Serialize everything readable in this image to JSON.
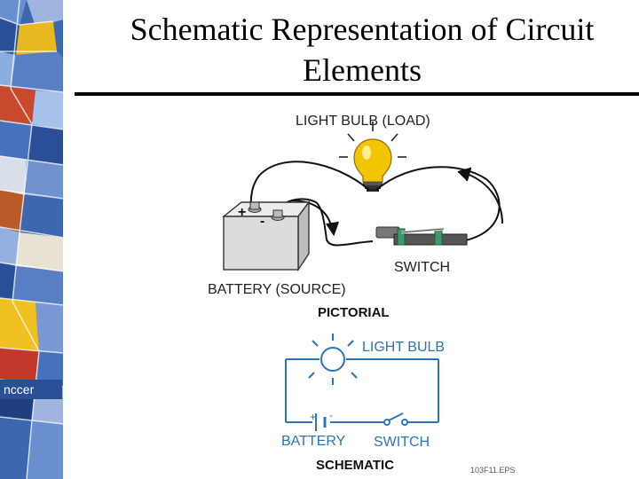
{
  "title": "Schematic Representation of Circuit Elements",
  "pictorial": {
    "load_label": "LIGHT BULB (LOAD)",
    "battery_label": "BATTERY (SOURCE)",
    "switch_label": "SWITCH",
    "plus_sign": "+",
    "minus_sign": "-",
    "caption": "PICTORIAL"
  },
  "schematic": {
    "bulb_label": "LIGHT BULB",
    "battery_label": "BATTERY",
    "switch_label": "SWITCH",
    "battery_plus": "+",
    "battery_minus": "-",
    "caption": "SCHEMATIC"
  },
  "logo_text": "nccer",
  "file_ref": "103F11.EPS",
  "colors": {
    "schematic_line": "#2e73b8",
    "bulb_glow": "#f2c500",
    "switch_green": "#3a9a6a"
  }
}
